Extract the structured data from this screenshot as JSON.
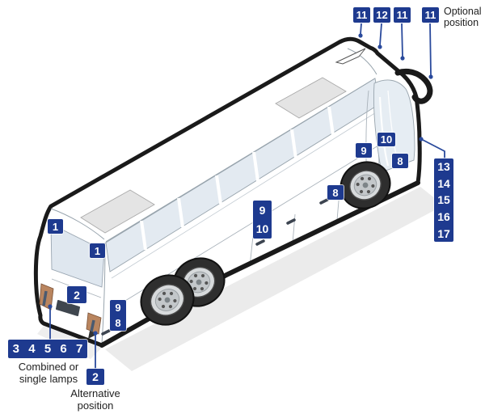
{
  "diagram": {
    "type": "bus-exterior-lamp-position-diagram",
    "labels": {
      "optional_position": "Optional position",
      "combined_or_single_lamps": "Combined or single lamps",
      "alternative_position": "Alternative position"
    },
    "badges": {
      "roof_11a": "11",
      "roof_12": "12",
      "roof_11b": "11",
      "roof_11c_optional": "11",
      "rear_window_1a": "1",
      "rear_window_1b": "1",
      "rear_2": "2",
      "alternative_2": "2",
      "rear_side_9": "9",
      "rear_side_8": "8",
      "side_mid_8": "8",
      "side_mid_9": "9",
      "side_mid_10": "10",
      "front_side_10": "10",
      "front_side_9": "9",
      "front_side_8": "8"
    },
    "bars": {
      "rear_lamps": [
        "3",
        "4",
        "5",
        "6",
        "7"
      ],
      "front_lamps": [
        "13",
        "14",
        "15",
        "16",
        "17"
      ]
    },
    "colors": {
      "badge_blue": "#1e3a8f",
      "callout_blue": "#2a4a9c",
      "lamp_tan": "#b9855f",
      "outline_black": "#1a1a1a",
      "glass_tint": "#e3eaf1"
    }
  }
}
